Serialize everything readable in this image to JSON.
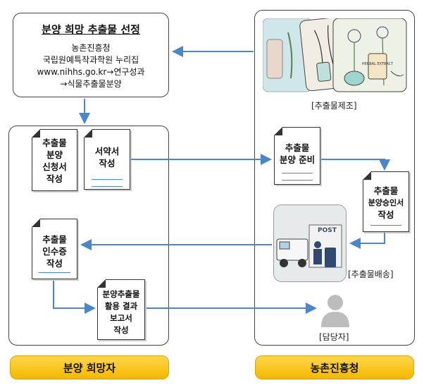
{
  "selection": {
    "title": "분양 희망 추출물 선정",
    "lines": [
      "농촌진흥청",
      "국립원예특작과학원 누리집",
      "www.nihhs.go.kr→연구성과",
      "→식물추출물분양"
    ]
  },
  "docs": {
    "application": [
      "추출물",
      "분양",
      "신청서",
      "작성"
    ],
    "pledge": [
      "서약서",
      "작성"
    ],
    "prep": [
      "추출물",
      "분양 준비"
    ],
    "approval": [
      "추출물",
      "분양승인서",
      "작성"
    ],
    "receipt": [
      "추출물",
      "인수증",
      "작성"
    ],
    "report": [
      "분양추출물",
      "활용 결과",
      "보고서",
      "작성"
    ]
  },
  "captions": {
    "manufacture": "[추출물제조]",
    "delivery": "[추출물배송]",
    "manager": "[담당자]",
    "post_sign": "POST",
    "herbal_label": "HERBAL EXTRACT"
  },
  "labels": {
    "applicant": "분양 희망자",
    "rda": "농촌진흥청"
  },
  "colors": {
    "arrow": "#4a86c8",
    "label": "#f5b800"
  }
}
